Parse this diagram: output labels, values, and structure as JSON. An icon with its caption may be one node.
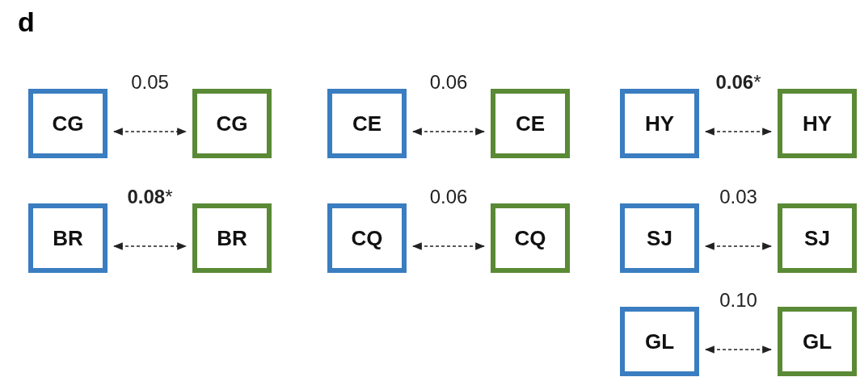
{
  "diagram": {
    "title": "d",
    "nodes": [
      {
        "text": [
          "CG"
        ]
      },
      {
        "text": [
          "CG"
        ]
      },
      {
        "text": [
          "CE"
        ]
      },
      {
        "text": [
          "CE"
        ]
      },
      {
        "text": [
          "HY"
        ]
      },
      {
        "text": [
          "HY"
        ]
      },
      {
        "text": [
          "BR"
        ]
      },
      {
        "text": [
          "BR"
        ]
      },
      {
        "text": [
          "CQ"
        ]
      },
      {
        "text": [
          "CQ"
        ]
      },
      {
        "text": [
          "SJ"
        ]
      },
      {
        "text": [
          "SJ"
        ]
      },
      {
        "text": [
          "GL"
        ]
      },
      {
        "text": [
          "GL"
        ]
      }
    ],
    "edges": [
      {
        "from": 0,
        "to": 1,
        "arrow": "both",
        "style": "dashed",
        "label": "0.05"
      },
      {
        "from": 2,
        "to": 3,
        "arrow": "both",
        "style": "dashed",
        "label": "0.06"
      },
      {
        "from": 4,
        "to": 5,
        "arrow": "both",
        "style": "dashed",
        "label": "**0.06***"
      },
      {
        "from": 6,
        "to": 7,
        "arrow": "both",
        "style": "dashed",
        "label": "**0.08***"
      },
      {
        "from": 8,
        "to": 9,
        "arrow": "both",
        "style": "dashed",
        "label": "0.06"
      },
      {
        "from": 10,
        "to": 11,
        "arrow": "both",
        "style": "dashed",
        "label": "0.03"
      },
      {
        "from": 12,
        "to": 13,
        "arrow": "both",
        "style": "dashed",
        "label": "0.10"
      }
    ]
  }
}
